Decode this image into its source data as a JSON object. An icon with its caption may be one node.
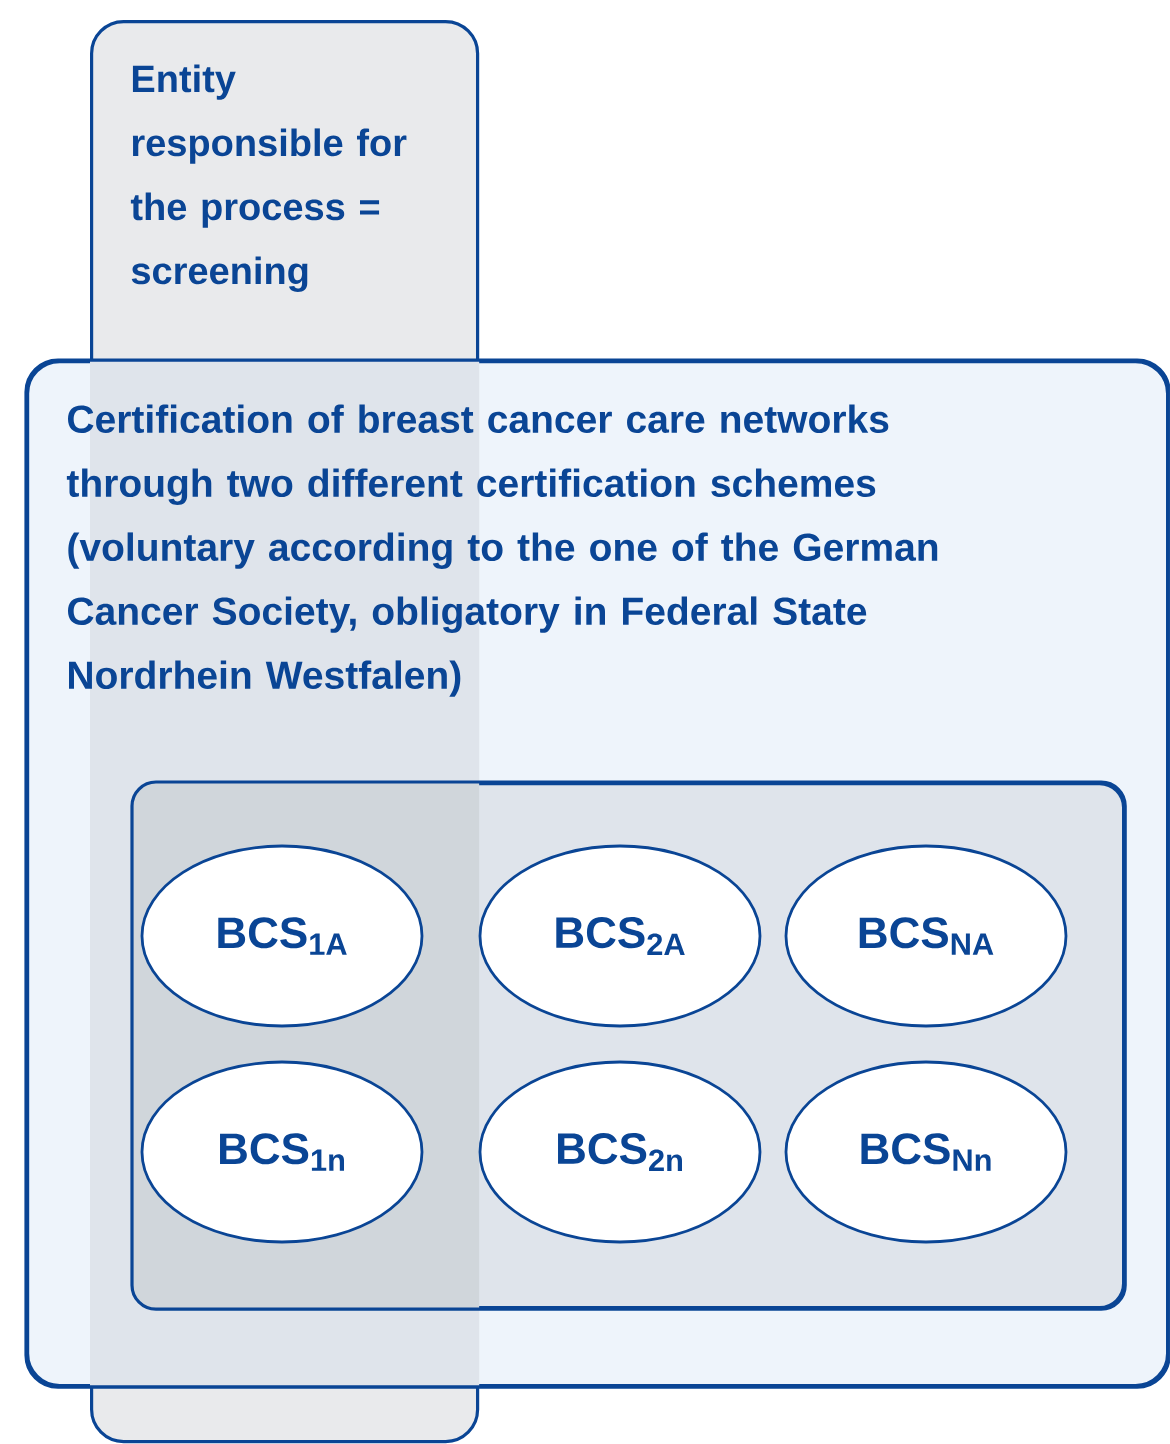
{
  "diagram": {
    "nodes": [
      {
        "text": [
          "Entity responsible for the process = screening"
        ]
      },
      {
        "text": [
          "Certification of breast cancer care networks through two different certification schemes (voluntary according to the one of the German Cancer Society, obligatory in Federal State Nordrhein Westfalen)"
        ]
      },
      {
        "text": [],
        "shape": "box",
        "in": 1
      },
      {
        "text": [
          "BCS$_{1A}$"
        ]
      },
      {
        "text": [
          "BCS$_{2A}$"
        ],
        "in": 2
      },
      {
        "text": [
          "BCS$_{NA}$"
        ],
        "in": 2
      },
      {
        "text": [
          "BCS$_{1n}$"
        ]
      },
      {
        "text": [
          "BCS$_{2n}$"
        ],
        "in": 2
      },
      {
        "text": [
          "BCS$_{Nn}$"
        ],
        "in": 2
      }
    ]
  }
}
